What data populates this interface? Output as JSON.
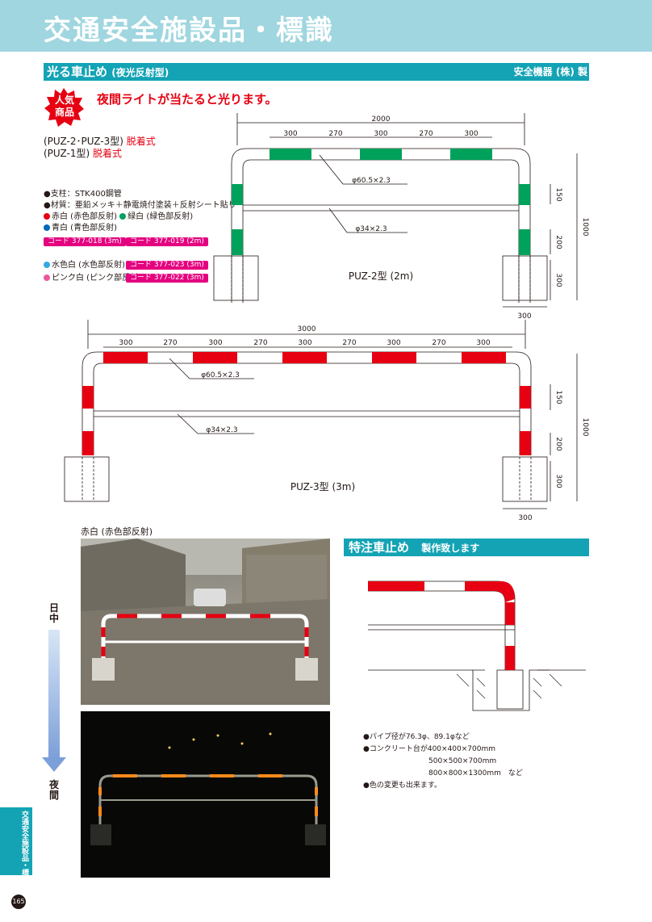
{
  "header": {
    "title": "交通安全施設品・標識"
  },
  "section1": {
    "title": "光る車止め",
    "subtitle": "(夜光反射型)",
    "maker": "安全機器 (株) 製"
  },
  "badge": {
    "line1": "人気",
    "line2": "商品"
  },
  "catchphrase": "夜間ライトが当たると光ります。",
  "models": {
    "line1_name": "(PUZ-2･PUZ-3型)",
    "line1_type": "脱着式",
    "line2_name": "(PUZ-1型)",
    "line2_type": "脱着式"
  },
  "specs": {
    "pillar": "●支柱：STK400鋼管",
    "material": "●材質：亜鉛メッキ＋静電焼付塗装＋反射シート貼り",
    "redwhite": "赤白 (赤色部反射)",
    "greenwhite": "緑白 (緑色部反射)",
    "bluewhite": "青白 (青色部反射)",
    "code_3m": "コード 377-018 (3m)",
    "code_2m": "コード 377-019 (2m)",
    "lightblue": "水色白 (水色部反射)",
    "lightblue_code": "コード 377-023 (3m)",
    "pink": "ピンク白 (ピンク部反射)",
    "pink_code": "コード 377-022 (3m)"
  },
  "colors": {
    "teal": "#14a3b5",
    "red": "#e60012",
    "green": "#00a15b",
    "blue": "#0068b7",
    "lightblue": "#36a9e1",
    "pink": "#e95a9c",
    "magenta": "#e4007f"
  },
  "diagram2": {
    "label": "PUZ-2型 (2m)",
    "total": "2000",
    "segments": [
      "300",
      "270",
      "300",
      "270",
      "300"
    ],
    "pipe_top": "φ60.5×2.3",
    "pipe_mid": "φ34×2.3",
    "dim_150": "150",
    "dim_200": "200",
    "dim_1000": "1000",
    "dim_300v": "300",
    "dim_300h": "300"
  },
  "diagram3": {
    "label": "PUZ-3型 (3m)",
    "total": "3000",
    "segments": [
      "300",
      "270",
      "300",
      "270",
      "300",
      "270",
      "300",
      "270",
      "300"
    ],
    "pipe_top": "φ60.5×2.3",
    "pipe_mid": "φ34×2.3",
    "dim_150": "150",
    "dim_200": "200",
    "dim_1000": "1000",
    "dim_300v": "300",
    "dim_300h": "300"
  },
  "photo": {
    "caption": "赤白 (赤色部反射)",
    "day": "日中",
    "night": "夜間"
  },
  "section2": {
    "title": "特注車止め",
    "subtitle": "製作致します"
  },
  "notes": [
    "●パイプ径が76.3φ、89.1φなど",
    "●コンクリート台が400×400×700mm",
    "500×500×700mm",
    "800×800×1300mm　など",
    "●色の変更も出来ます。"
  ],
  "side_tab": "交通安全施設品・標識",
  "page_number": "165"
}
